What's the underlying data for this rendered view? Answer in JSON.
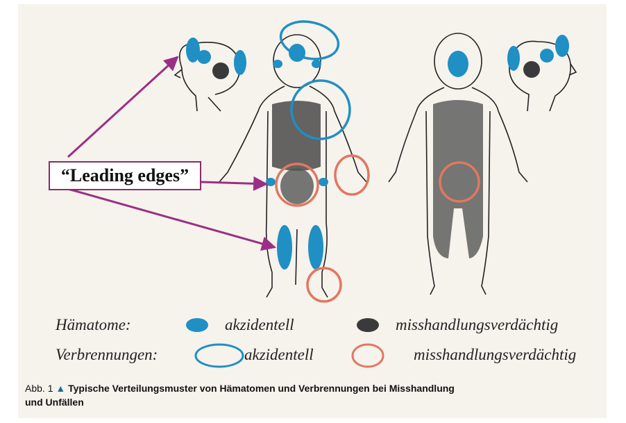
{
  "callout": {
    "label": "“Leading edges”"
  },
  "legend": {
    "rows": [
      {
        "heading": "Hämatome:",
        "accidental": "akzidentell",
        "suspicious": "misshandlungsverdächtig"
      },
      {
        "heading": "Verbrennungen:",
        "accidental": "akzidentell",
        "suspicious": "misshandlungsverdächtig"
      }
    ]
  },
  "caption": {
    "prefix": "Abb. 1",
    "text": "Typische Verteilungsmuster von Hämatomen und Verbrennungen bei Misshandlung",
    "text_line2": "und Unfällen"
  },
  "colors": {
    "bruise_accidental": "#1f8fc4",
    "bruise_suspicious": "#3a3a3a",
    "burn_accidental": "#1f8fc4",
    "burn_suspicious": "#e07860",
    "arrow": "#9a2f86"
  }
}
